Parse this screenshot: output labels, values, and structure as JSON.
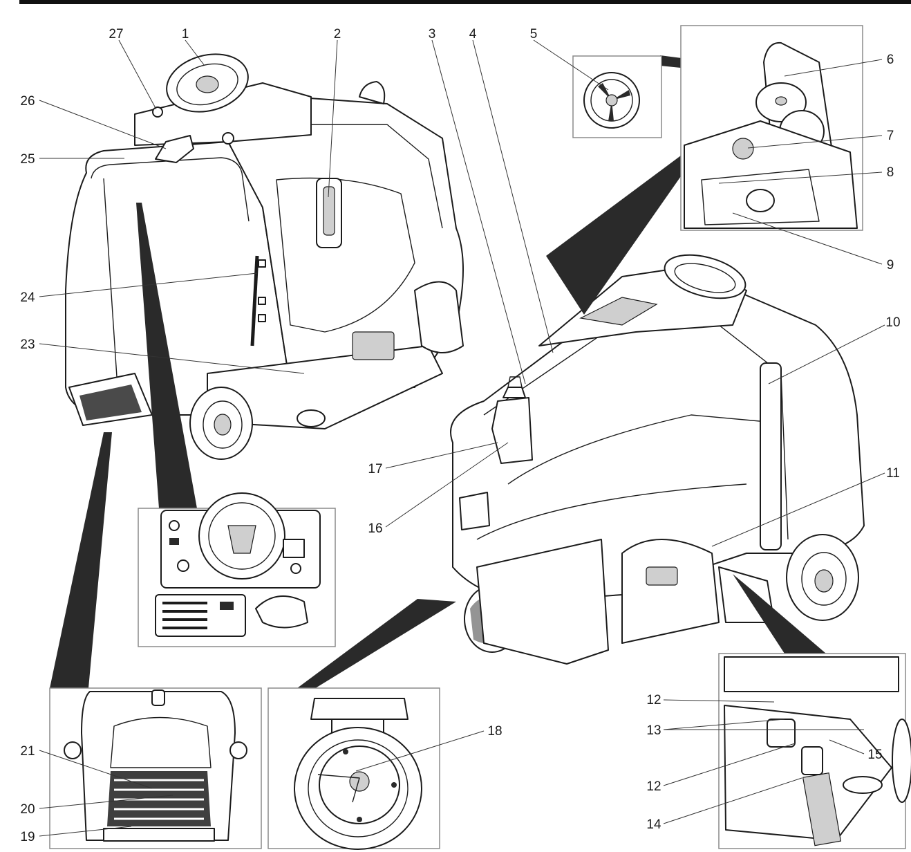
{
  "figure": {
    "callouts": [
      {
        "id": "c1",
        "label": "1"
      },
      {
        "id": "c2",
        "label": "2"
      },
      {
        "id": "c3",
        "label": "3"
      },
      {
        "id": "c4",
        "label": "4"
      },
      {
        "id": "c5",
        "label": "5"
      },
      {
        "id": "c6",
        "label": "6"
      },
      {
        "id": "c7",
        "label": "7"
      },
      {
        "id": "c8",
        "label": "8"
      },
      {
        "id": "c9",
        "label": "9"
      },
      {
        "id": "c10",
        "label": "10"
      },
      {
        "id": "c11",
        "label": "11"
      },
      {
        "id": "c12a",
        "label": "12"
      },
      {
        "id": "c12b",
        "label": "12"
      },
      {
        "id": "c13",
        "label": "13"
      },
      {
        "id": "c14",
        "label": "14"
      },
      {
        "id": "c15",
        "label": "15"
      },
      {
        "id": "c16",
        "label": "16"
      },
      {
        "id": "c17",
        "label": "17"
      },
      {
        "id": "c18",
        "label": "18"
      },
      {
        "id": "c19",
        "label": "19"
      },
      {
        "id": "c20",
        "label": "20"
      },
      {
        "id": "c21",
        "label": "21"
      },
      {
        "id": "c23",
        "label": "23"
      },
      {
        "id": "c24",
        "label": "24"
      },
      {
        "id": "c25",
        "label": "25"
      },
      {
        "id": "c26",
        "label": "26"
      },
      {
        "id": "c27",
        "label": "27"
      }
    ]
  }
}
